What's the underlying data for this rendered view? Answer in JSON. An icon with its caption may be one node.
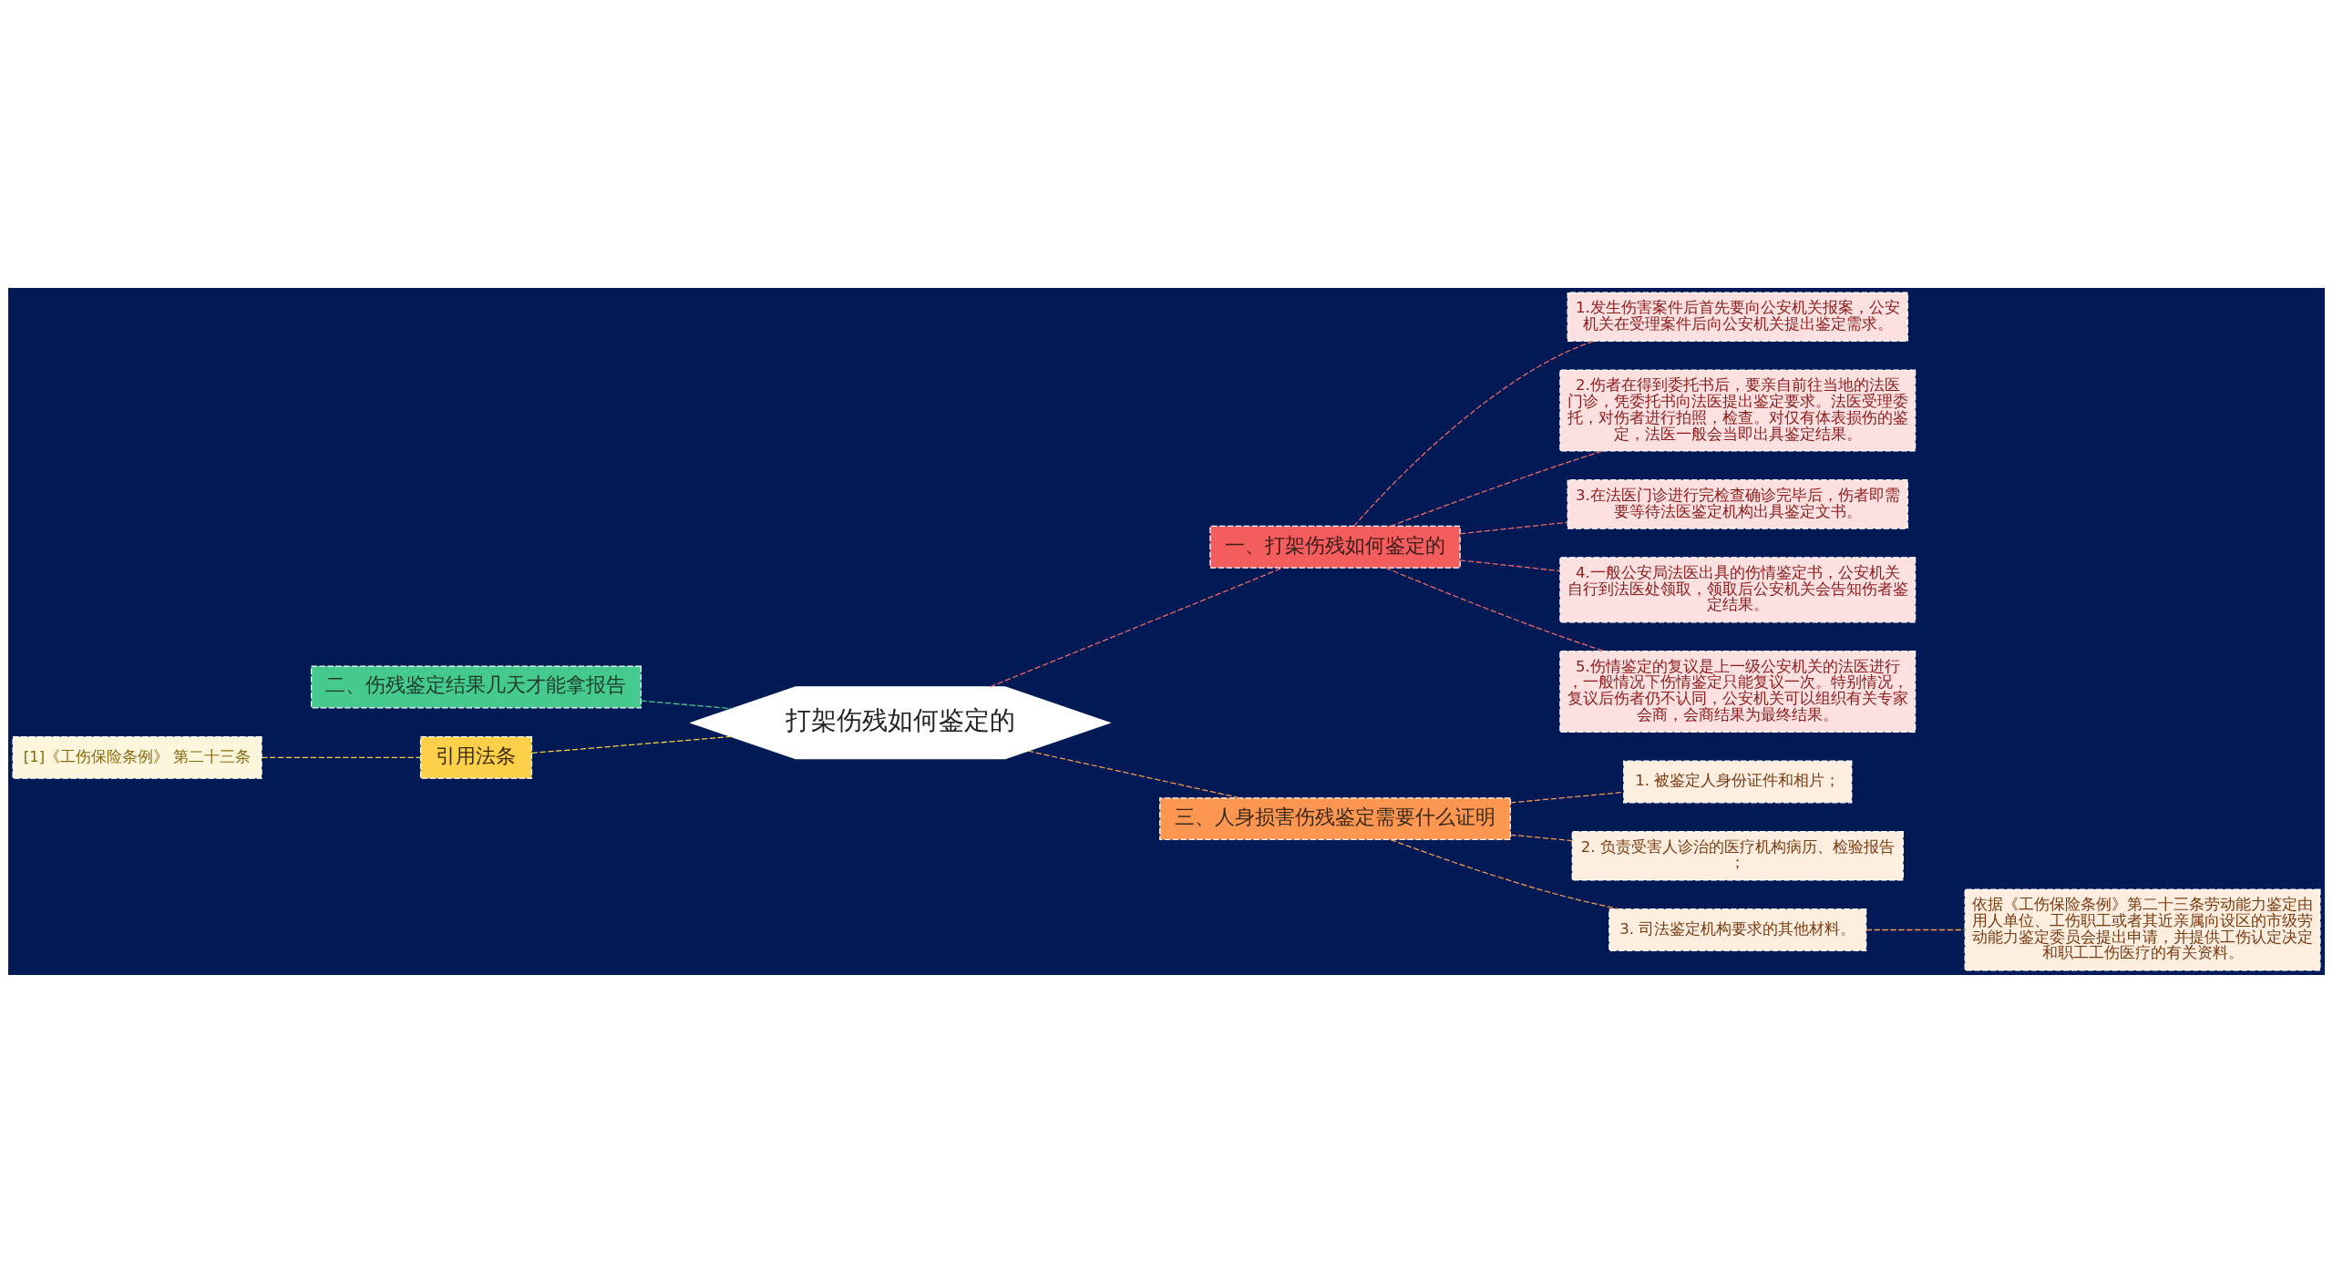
{
  "diagram": {
    "nodes": [
      {
        "text": [
          "打架伤残如何鉴定的"
        ]
      },
      {
        "text": [
          "一、打架伤残如何鉴定的"
        ]
      },
      {
        "text": [
          "1.发生伤害案件后首先要向公安机关报案，公安机关在受理案件后向公安机关提出鉴定需求。"
        ]
      },
      {
        "text": [
          "2.伤者在得到委托书后，要亲自前往当地的法医门诊，凭委托书向法医提出鉴定要求。法医受理委托，对伤者进行拍照，检查。对仅有体表损伤的鉴定，法医一般会当即出具鉴定结果。"
        ]
      },
      {
        "text": [
          "3.在法医门诊进行完检查确诊完毕后，伤者即需要等待法医鉴定机构出具鉴定文书。"
        ]
      },
      {
        "text": [
          "4.一般公安局法医出具的伤情鉴定书，公安机关自行到法医处领取，领取后公安机关会告知伤者鉴定结果。"
        ]
      },
      {
        "text": [
          "5.伤情鉴定的复议是上一级公安机关的法医进行，一般情况下伤情鉴定只能复议一次。特别情况，复议后伤者仍不认同，公安机关可以组织有关专家会商，会商结果为最终结果。"
        ]
      },
      {
        "text": [
          "三、人身损害伤残鉴定需要什么证明"
        ]
      },
      {
        "text": [
          "1. 被鉴定人身份证件和相片；"
        ]
      },
      {
        "text": [
          "2. 负责受害人诊治的医疗机构病历、检验报告；"
        ]
      },
      {
        "text": [
          "3. 司法鉴定机构要求的其他材料。"
        ]
      },
      {
        "text": [
          "依据《工伤保险条例》第二十三条劳动能力鉴定由用人单位、工伤职工或者其近亲属向设区的市级劳动能力鉴定委员会提出申请，并提供工伤认定决定和职工工伤医疗的有关资料。"
        ]
      },
      {
        "text": [
          "二、伤残鉴定结果几天才能拿报告"
        ]
      },
      {
        "text": [
          "引用法条"
        ]
      },
      {
        "text": [
          "[1]《工伤保险条例》 第二十三条"
        ]
      }
    ],
    "edges": [
      {
        "from": 0,
        "to": 1,
        "arrow": "none",
        "style": "dashed"
      },
      {
        "from": 1,
        "to": 2,
        "arrow": "none",
        "style": "dashed"
      },
      {
        "from": 1,
        "to": 3,
        "arrow": "none",
        "style": "dashed"
      },
      {
        "from": 1,
        "to": 4,
        "arrow": "none",
        "style": "dashed"
      },
      {
        "from": 1,
        "to": 5,
        "arrow": "none",
        "style": "dashed"
      },
      {
        "from": 1,
        "to": 6,
        "arrow": "none",
        "style": "dashed"
      },
      {
        "from": 0,
        "to": 7,
        "arrow": "none",
        "style": "dashed",
        "color": "#f79a55"
      },
      {
        "from": 7,
        "to": 8,
        "arrow": "none",
        "style": "dashed",
        "color": "#f79a55"
      },
      {
        "from": 7,
        "to": 9,
        "arrow": "none",
        "style": "dashed",
        "color": "#f79a55"
      },
      {
        "from": 7,
        "to": 10,
        "arrow": "none",
        "style": "dashed",
        "color": "#f79a55"
      },
      {
        "from": 10,
        "to": 11,
        "arrow": "none",
        "style": "dashed",
        "color": "#f79a55"
      },
      {
        "from": 12,
        "to": 0,
        "arrow": "none",
        "style": "dashed",
        "color": "#45c98c"
      },
      {
        "from": 13,
        "to": 0,
        "arrow": "none",
        "style": "dashed",
        "color": "#f5cf45"
      },
      {
        "from": 14,
        "to": 13,
        "arrow": "none",
        "style": "dashed",
        "color": "#f5cf45"
      }
    ]
  }
}
